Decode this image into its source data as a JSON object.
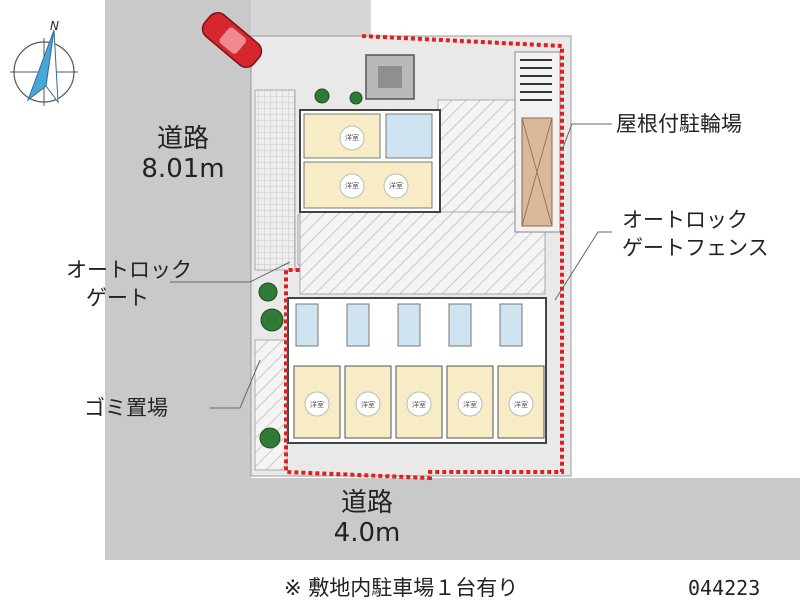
{
  "compass": {
    "north_label": "N",
    "icon": "north-arrow-icon"
  },
  "roads": {
    "west": {
      "name": "道路",
      "width": "8.01m"
    },
    "south": {
      "name": "道路",
      "width": "4.0m"
    }
  },
  "callouts": {
    "bicycle_parking": "屋根付駐輪場",
    "autolock_fence_line1": "オートロック",
    "autolock_fence_line2": "ゲートフェンス",
    "autolock_gate_line1": "オートロック",
    "autolock_gate_line2": "ゲート",
    "garbage": "ゴミ置場"
  },
  "room_labels": {
    "upper_left": "洋室",
    "upper_mid_a": "洋室",
    "upper_mid_b": "洋室",
    "unit_room": "洋室"
  },
  "note": "※ 敷地内駐車場１台有り",
  "property_code": "044223",
  "colors": {
    "road": "#c9c9c9",
    "boundary": "#e02020",
    "room_floor": "#f7ecc6",
    "wet_area": "#cfe3f0",
    "bike_roof": "#d9b99a",
    "car": "#d8262f",
    "tree": "#2f7a34"
  }
}
